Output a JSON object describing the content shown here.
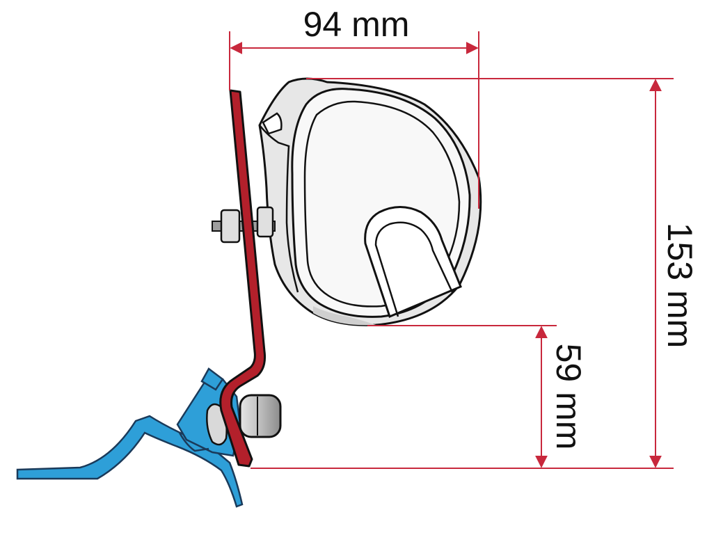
{
  "dimensions": {
    "width_label": "94 mm",
    "height_label": "153 mm",
    "lower_label": "59 mm"
  },
  "colors": {
    "dimension_line": "#c8283c",
    "bracket_fill": "#b3202b",
    "rail_fill": "#2e9fd8",
    "outline": "#111111",
    "awning_shade": "#d4d4d4",
    "bolt_fill": "#bdbdbd"
  }
}
